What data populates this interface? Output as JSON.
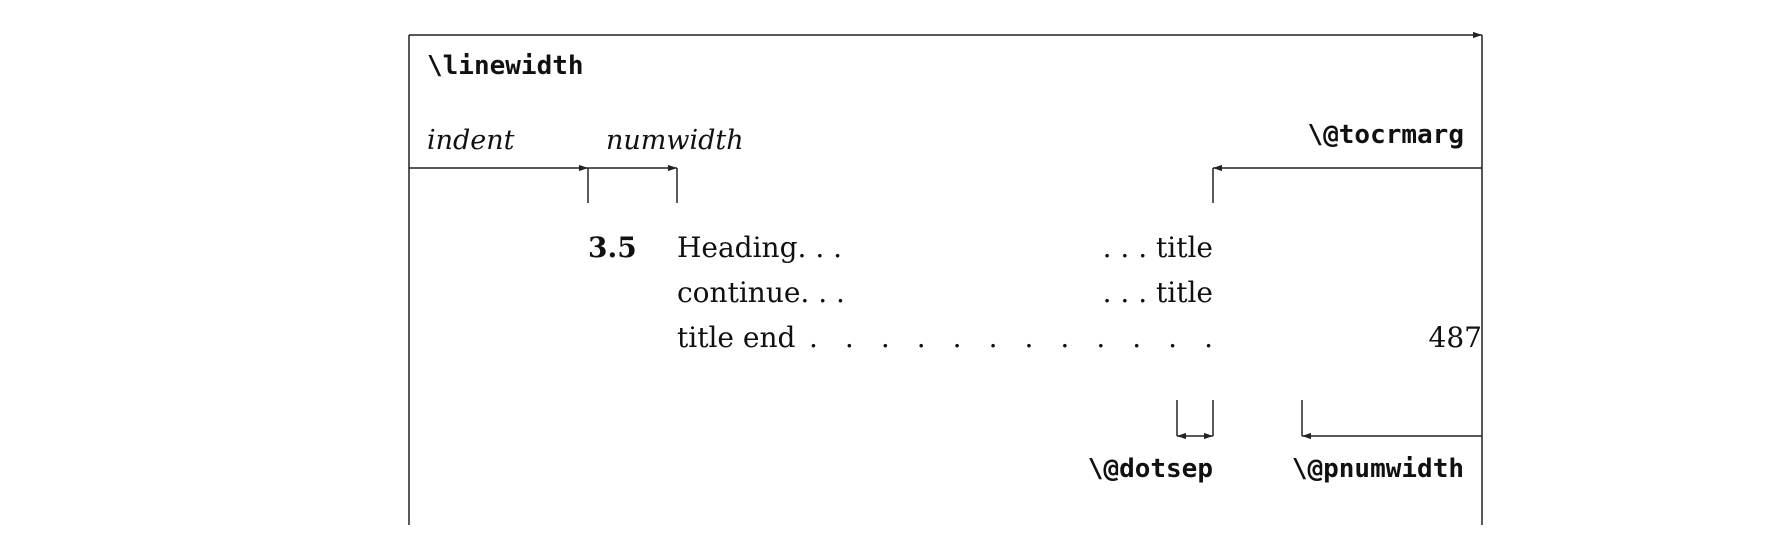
{
  "labels": {
    "linewidth": "\\linewidth",
    "indent": "indent",
    "numwidth": "numwidth",
    "tocrmarg": "\\@tocrmarg",
    "dotsep": "\\@dotsep",
    "pnumwidth": "\\@pnumwidth"
  },
  "toc_entry": {
    "number": "3.5",
    "line1_left": "Heading. . .",
    "line1_right": ". . . title",
    "line2_left": "continue. . .",
    "line2_right": ". . . title",
    "line3_left": "title end",
    "line3_dots": ". . . . . . . . . . . .",
    "page_number": "487"
  }
}
